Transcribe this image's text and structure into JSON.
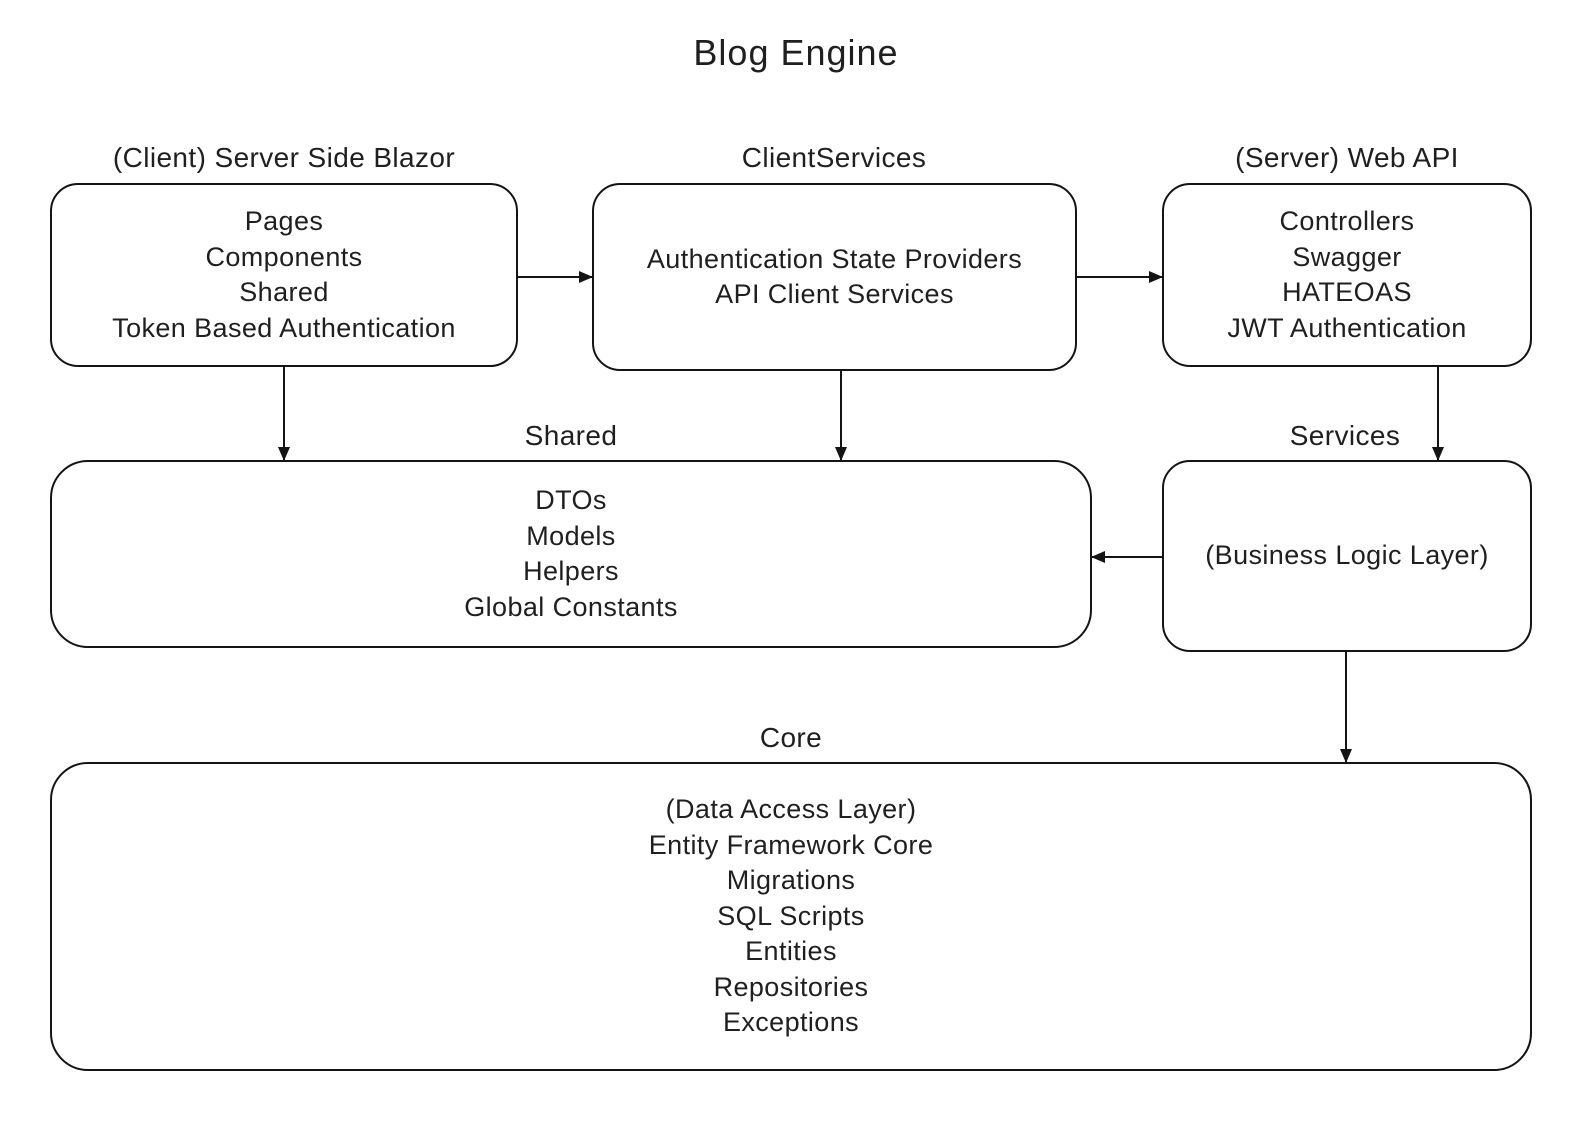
{
  "title": "Blog Engine",
  "colors": {
    "ink": "#1f1f1f",
    "line": "#141414",
    "background": "#ffffff"
  },
  "nodes": {
    "blazor": {
      "label": "(Client) Server Side Blazor",
      "lines": [
        "Pages",
        "Components",
        "Shared",
        "Token Based Authentication"
      ]
    },
    "client_services": {
      "label": "ClientServices",
      "lines": [
        "Authentication State Providers",
        "API Client Services"
      ]
    },
    "web_api": {
      "label": "(Server) Web API",
      "lines": [
        "Controllers",
        "Swagger",
        "HATEOAS",
        "JWT Authentication"
      ]
    },
    "shared": {
      "label": "Shared",
      "lines": [
        "DTOs",
        "Models",
        "Helpers",
        "Global Constants"
      ]
    },
    "services": {
      "label": "Services",
      "lines": [
        "(Business Logic Layer)"
      ]
    },
    "core": {
      "label": "Core",
      "lines": [
        "(Data Access Layer)",
        "Entity Framework Core",
        "Migrations",
        "SQL Scripts",
        "Entities",
        "Repositories",
        "Exceptions"
      ]
    }
  },
  "edges": [
    {
      "from": "blazor",
      "to": "client_services"
    },
    {
      "from": "client_services",
      "to": "web_api"
    },
    {
      "from": "blazor",
      "to": "shared"
    },
    {
      "from": "client_services",
      "to": "shared"
    },
    {
      "from": "web_api",
      "to": "services"
    },
    {
      "from": "services",
      "to": "shared"
    },
    {
      "from": "services",
      "to": "core"
    }
  ]
}
